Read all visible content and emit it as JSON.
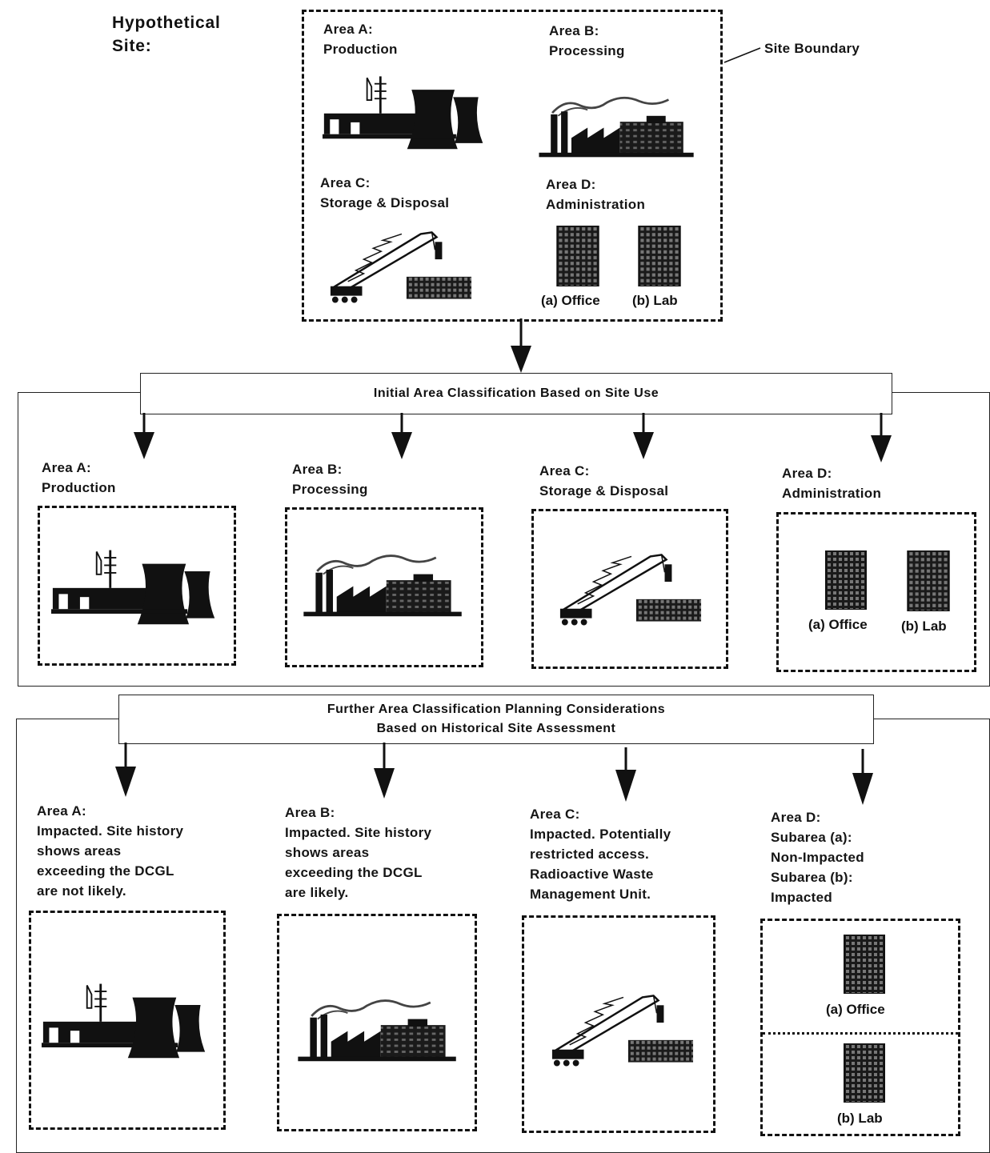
{
  "site": {
    "title_line1": "Hypothetical",
    "title_line2": "Site:",
    "boundary_label": "Site Boundary",
    "areas": {
      "a": {
        "line1": "Area A:",
        "line2": "Production"
      },
      "b": {
        "line1": "Area B:",
        "line2": "Processing"
      },
      "c": {
        "line1": "Area C:",
        "line2": "Storage & Disposal"
      },
      "d": {
        "line1": "Area D:",
        "line2": "Administration"
      }
    },
    "office_label": "(a) Office",
    "lab_label": "(b) Lab"
  },
  "initial": {
    "header": "Initial Area Classification Based on Site Use",
    "areas": {
      "a": {
        "line1": "Area A:",
        "line2": "Production"
      },
      "b": {
        "line1": "Area B:",
        "line2": "Processing"
      },
      "c": {
        "line1": "Area C:",
        "line2": "Storage & Disposal"
      },
      "d": {
        "line1": "Area D:",
        "line2": "Administration"
      }
    },
    "office_label": "(a) Office",
    "lab_label": "(b) Lab"
  },
  "further": {
    "header_line1": "Further Area Classification Planning Considerations",
    "header_line2": "Based on Historical Site Assessment",
    "areas": {
      "a": {
        "lines": [
          "Area A:",
          "Impacted.  Site history",
          "shows areas",
          "exceeding the DCGL",
          "are not likely."
        ]
      },
      "b": {
        "lines": [
          "Area B:",
          "Impacted.  Site history",
          "shows areas",
          "exceeding the DCGL",
          "are likely."
        ]
      },
      "c": {
        "lines": [
          "Area C:",
          "Impacted.  Potentially",
          "restricted access.",
          "Radioactive Waste",
          "Management Unit."
        ]
      },
      "d": {
        "lines": [
          "Area D:",
          "Subarea (a):",
          "Non-Impacted",
          "Subarea (b):",
          "Impacted"
        ]
      }
    },
    "office_label": "(a) Office",
    "lab_label": "(b) Lab"
  },
  "icons": {
    "production": "production-plant-icon",
    "processing": "factory-icon",
    "storage": "crane-disposal-icon",
    "office": "office-building-icon",
    "lab": "lab-building-icon",
    "arrow": "down-arrow-icon"
  }
}
